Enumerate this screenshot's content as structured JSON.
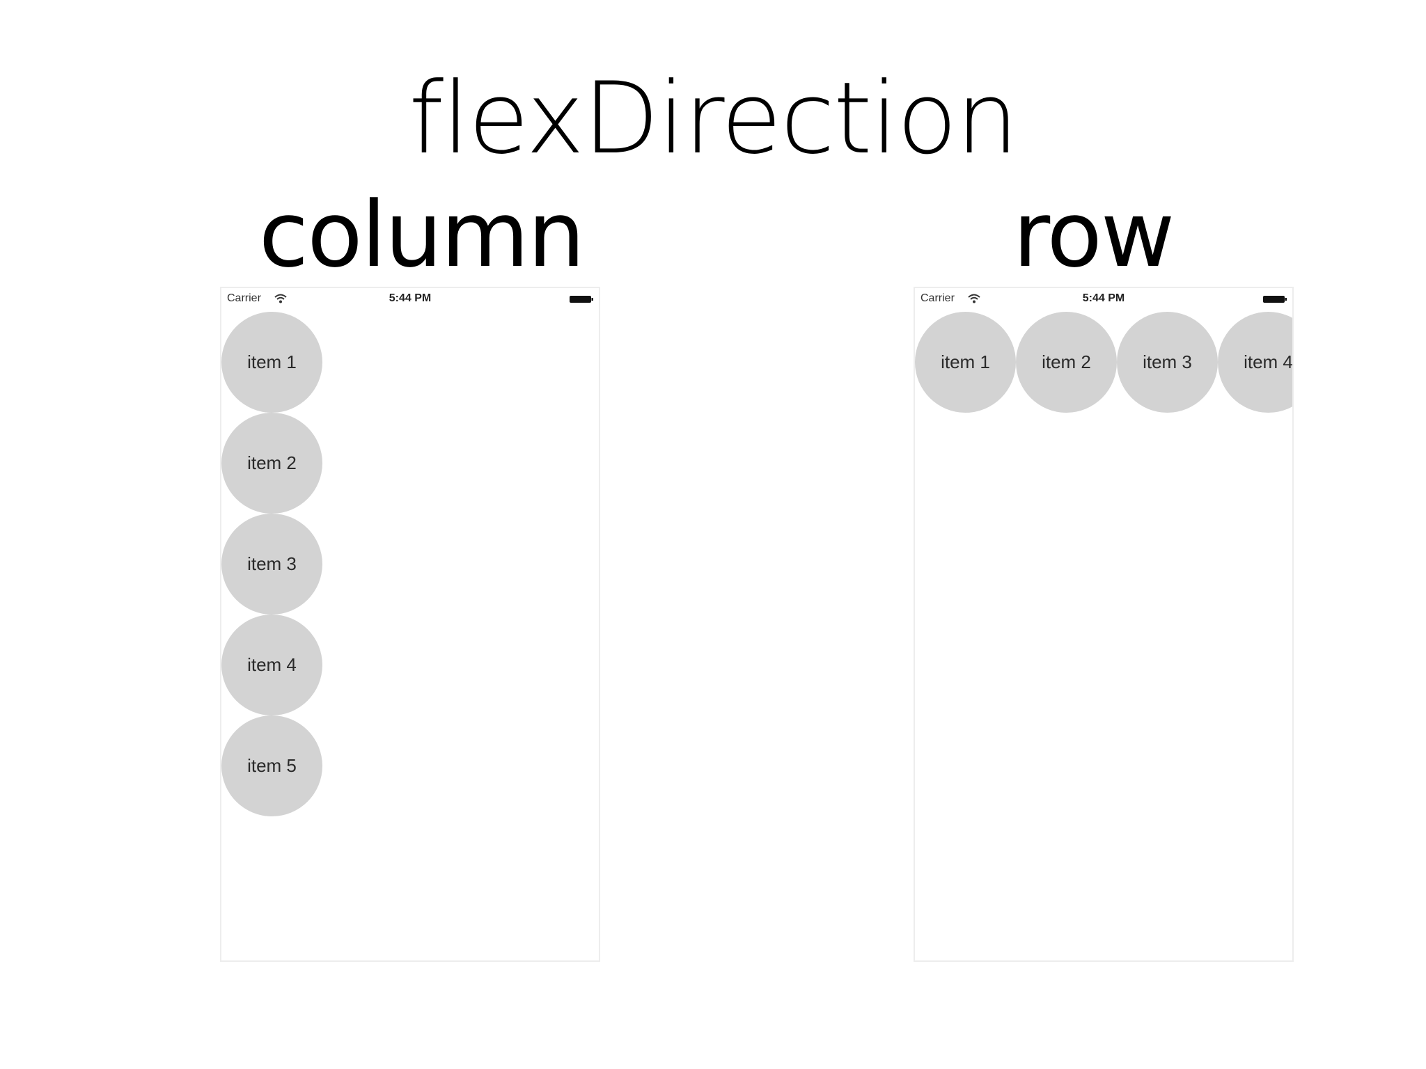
{
  "title": "flexDirection",
  "left": {
    "heading": "column",
    "status_bar": {
      "carrier": "Carrier",
      "time": "5:44 PM"
    },
    "items": [
      "item 1",
      "item 2",
      "item 3",
      "item 4",
      "item 5"
    ]
  },
  "right": {
    "heading": "row",
    "status_bar": {
      "carrier": "Carrier",
      "time": "5:44 PM"
    },
    "items": [
      "item 1",
      "item 2",
      "item 3",
      "item 4"
    ]
  },
  "colors": {
    "item_fill": "#d3d3d3",
    "phone_border": "#ededed",
    "text": "#000000"
  },
  "icons": {
    "wifi": "wifi-icon",
    "battery": "battery-icon"
  }
}
